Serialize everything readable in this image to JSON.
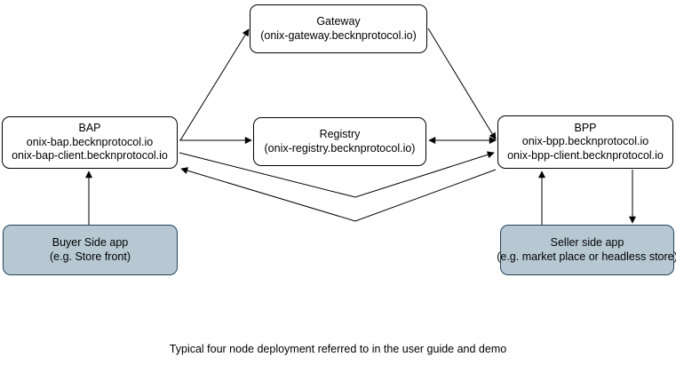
{
  "caption": "Typical four node deployment referred to in the user guide and demo",
  "colors": {
    "node_fill": "#ffffff",
    "node_stroke": "#000000",
    "app_node_fill": "#b7c8d3",
    "app_node_stroke": "#23445d",
    "connector": "#000000"
  },
  "nodes": {
    "gateway": {
      "lines": [
        "Gateway",
        "(onix-gateway.becknprotocol.io)"
      ]
    },
    "registry": {
      "lines": [
        "Registry",
        "(onix-registry.becknprotocol.io)"
      ]
    },
    "bap": {
      "lines": [
        "BAP",
        "onix-bap.becknprotocol.io",
        "onix-bap-client.becknprotocol.io"
      ]
    },
    "bpp": {
      "lines": [
        "BPP",
        "onix-bpp.becknprotocol.io",
        "onix-bpp-client.becknprotocol.io"
      ]
    },
    "buyer_app": {
      "lines": [
        "Buyer Side app",
        "(e.g. Store front)"
      ]
    },
    "seller_app": {
      "lines": [
        "Seller side app",
        "(e.g. market place or headless store)"
      ]
    }
  },
  "connectors": [
    {
      "name": "bap-to-gateway",
      "direction": "one-way"
    },
    {
      "name": "gateway-to-bpp",
      "direction": "one-way"
    },
    {
      "name": "bap-to-registry",
      "direction": "one-way"
    },
    {
      "name": "registry-bpp",
      "direction": "two-way"
    },
    {
      "name": "bap-to-bpp",
      "direction": "one-way"
    },
    {
      "name": "bpp-to-bap",
      "direction": "one-way"
    },
    {
      "name": "buyer-app-to-bap",
      "direction": "one-way"
    },
    {
      "name": "seller-app-to-bpp",
      "direction": "one-way"
    },
    {
      "name": "bpp-to-seller-app",
      "direction": "one-way"
    }
  ]
}
